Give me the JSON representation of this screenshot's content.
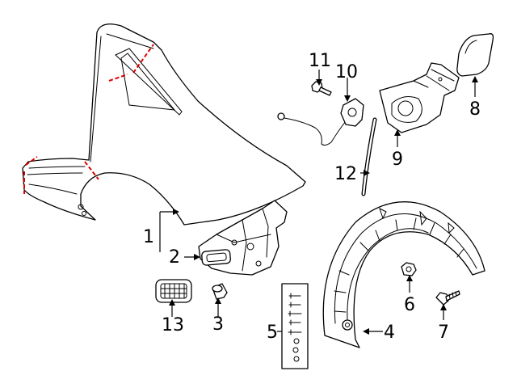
{
  "colors": {
    "line": "#000000",
    "cut_marks": "#e00000",
    "background": "#ffffff"
  },
  "callouts": [
    "1",
    "2",
    "3",
    "4",
    "5",
    "6",
    "7",
    "8",
    "9",
    "10",
    "11",
    "12",
    "13"
  ],
  "parts": [
    {
      "callout": "1",
      "icon": "quarter-panel-icon"
    },
    {
      "callout": "2",
      "icon": "inner-panel-icon"
    },
    {
      "callout": "3",
      "icon": "bushing-icon"
    },
    {
      "callout": "4",
      "icon": "wheel-liner-icon"
    },
    {
      "callout": "5",
      "icon": "fastener-kit-icon"
    },
    {
      "callout": "6",
      "icon": "nut-icon"
    },
    {
      "callout": "7",
      "icon": "screw-icon"
    },
    {
      "callout": "8",
      "icon": "fuel-door-icon"
    },
    {
      "callout": "9",
      "icon": "fuel-housing-icon"
    },
    {
      "callout": "10",
      "icon": "actuator-icon"
    },
    {
      "callout": "11",
      "icon": "bolt-icon"
    },
    {
      "callout": "12",
      "icon": "drain-hose-icon"
    },
    {
      "callout": "13",
      "icon": "vent-grille-icon"
    }
  ]
}
